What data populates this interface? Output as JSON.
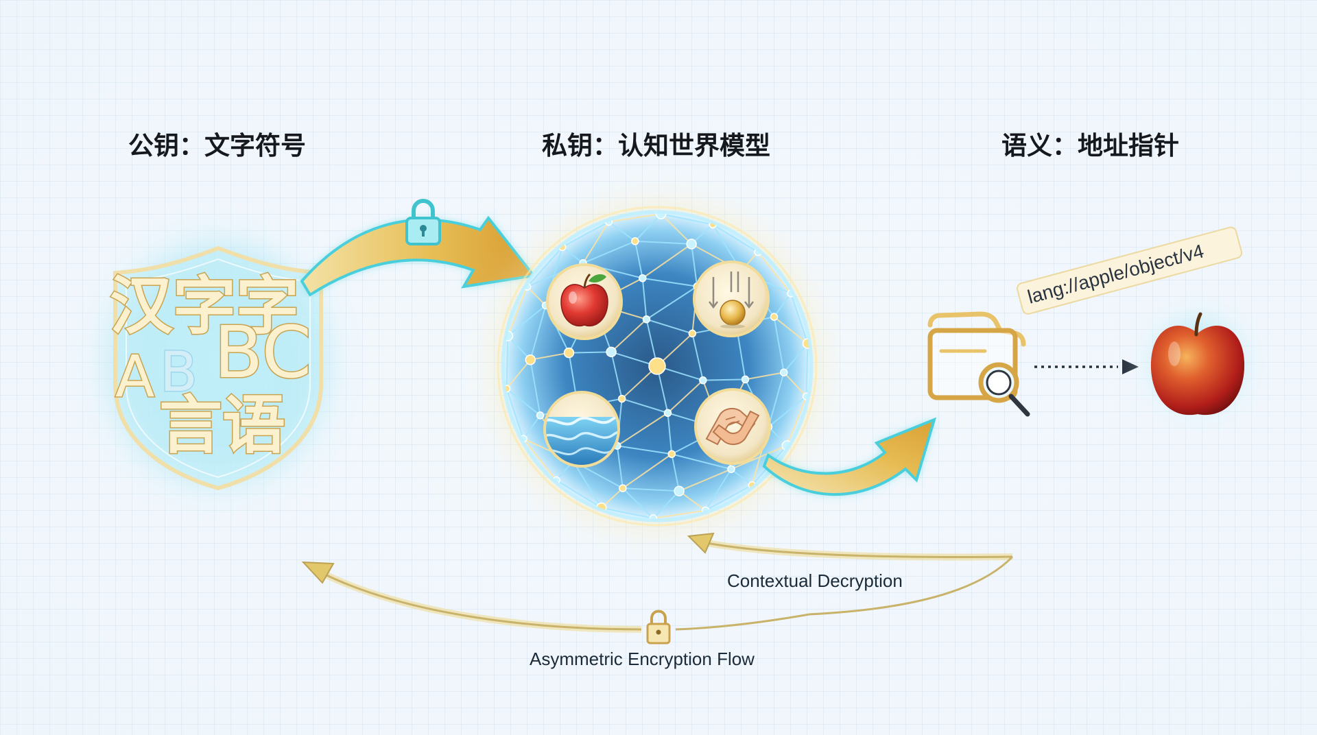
{
  "headings": {
    "public_key": "公钥：文字符号",
    "private_key": "私钥：认知世界模型",
    "semantics": "语义：地址指针"
  },
  "shield": {
    "row1": "汉字字",
    "row2": [
      "A",
      "B",
      "BC"
    ],
    "row3": "言语"
  },
  "address_label": "lang://apple/object/v4",
  "flows": {
    "contextual": "Contextual Decryption",
    "asymmetric": "Asymmetric Encryption Flow"
  },
  "colors": {
    "gold": "#e2b64b",
    "teal": "#4fd4e0",
    "glow": "#7fdcef",
    "text_dark": "#15181d"
  },
  "icons": [
    "shield-icon",
    "lock-icon",
    "neural-globe-icon",
    "apple-icon",
    "gravity-ball-icon",
    "water-waves-icon",
    "handshake-icon",
    "folder-search-icon",
    "dotted-arrow-icon"
  ]
}
